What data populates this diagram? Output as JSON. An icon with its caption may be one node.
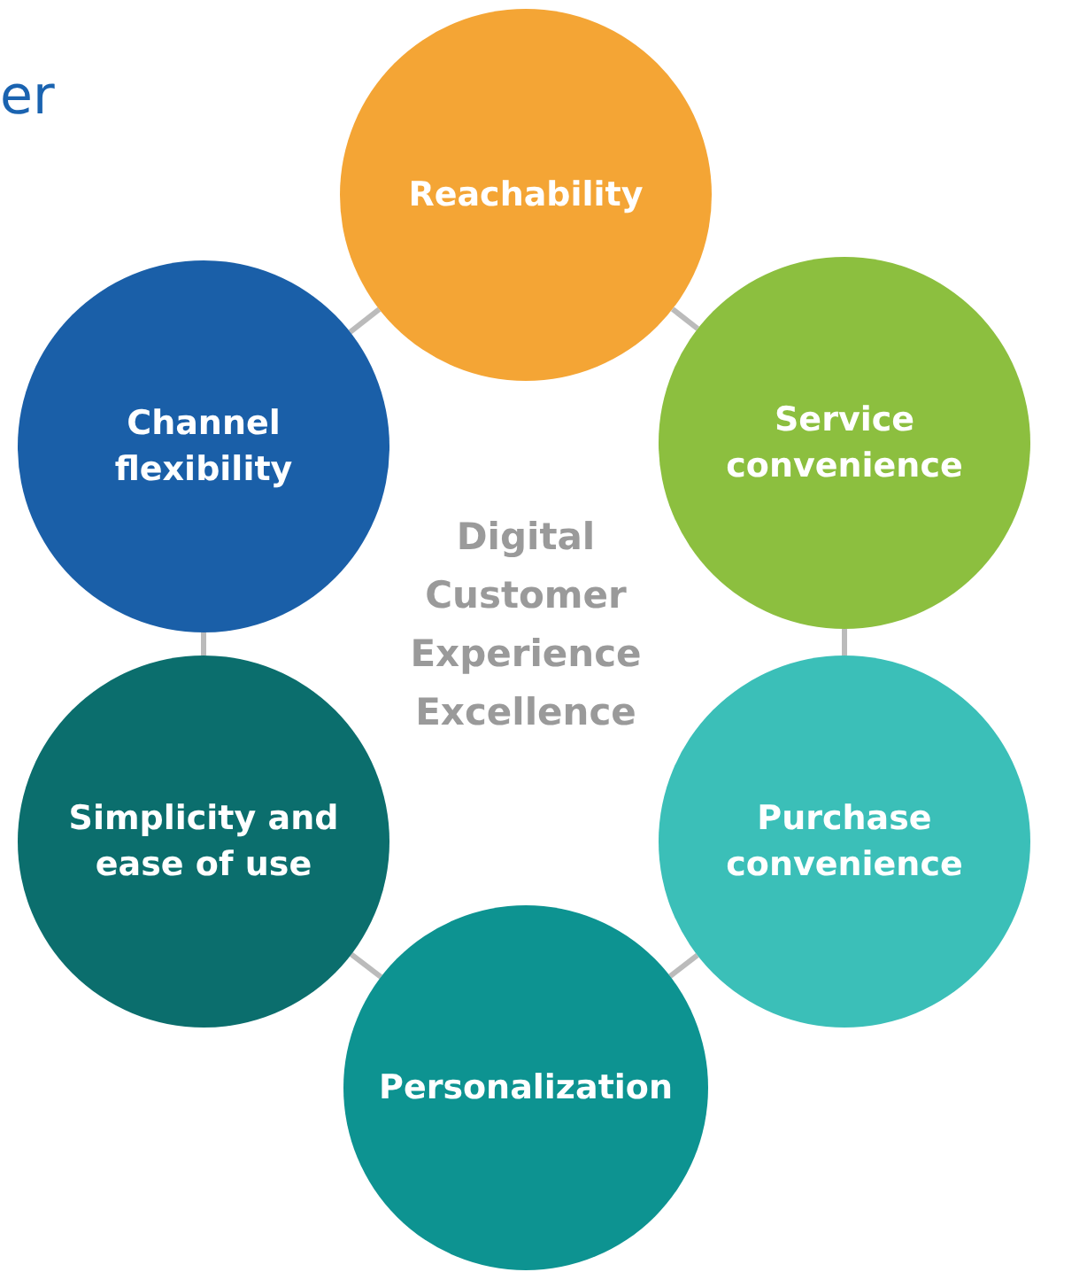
{
  "diagram": {
    "title": "er",
    "nodes": [
      {
        "text": [
          "Reachability"
        ]
      },
      {
        "text": [
          "Service convenience"
        ]
      },
      {
        "text": [
          "Purchase convenience"
        ]
      },
      {
        "text": [
          "Personalization"
        ]
      },
      {
        "text": [
          "Simplicity and ease of use"
        ]
      },
      {
        "text": [
          "Channel flexibility"
        ]
      }
    ],
    "edges": [
      {
        "from": 0,
        "to": 1,
        "arrow": "none"
      },
      {
        "from": 1,
        "to": 2,
        "arrow": "none"
      },
      {
        "from": 2,
        "to": 3,
        "arrow": "none"
      },
      {
        "from": 3,
        "to": 4,
        "arrow": "none"
      },
      {
        "from": 4,
        "to": 5,
        "arrow": "none"
      },
      {
        "from": 5,
        "to": 0,
        "arrow": "none"
      }
    ],
    "labels": [
      "Digital Customer Experience Excellence"
    ]
  }
}
